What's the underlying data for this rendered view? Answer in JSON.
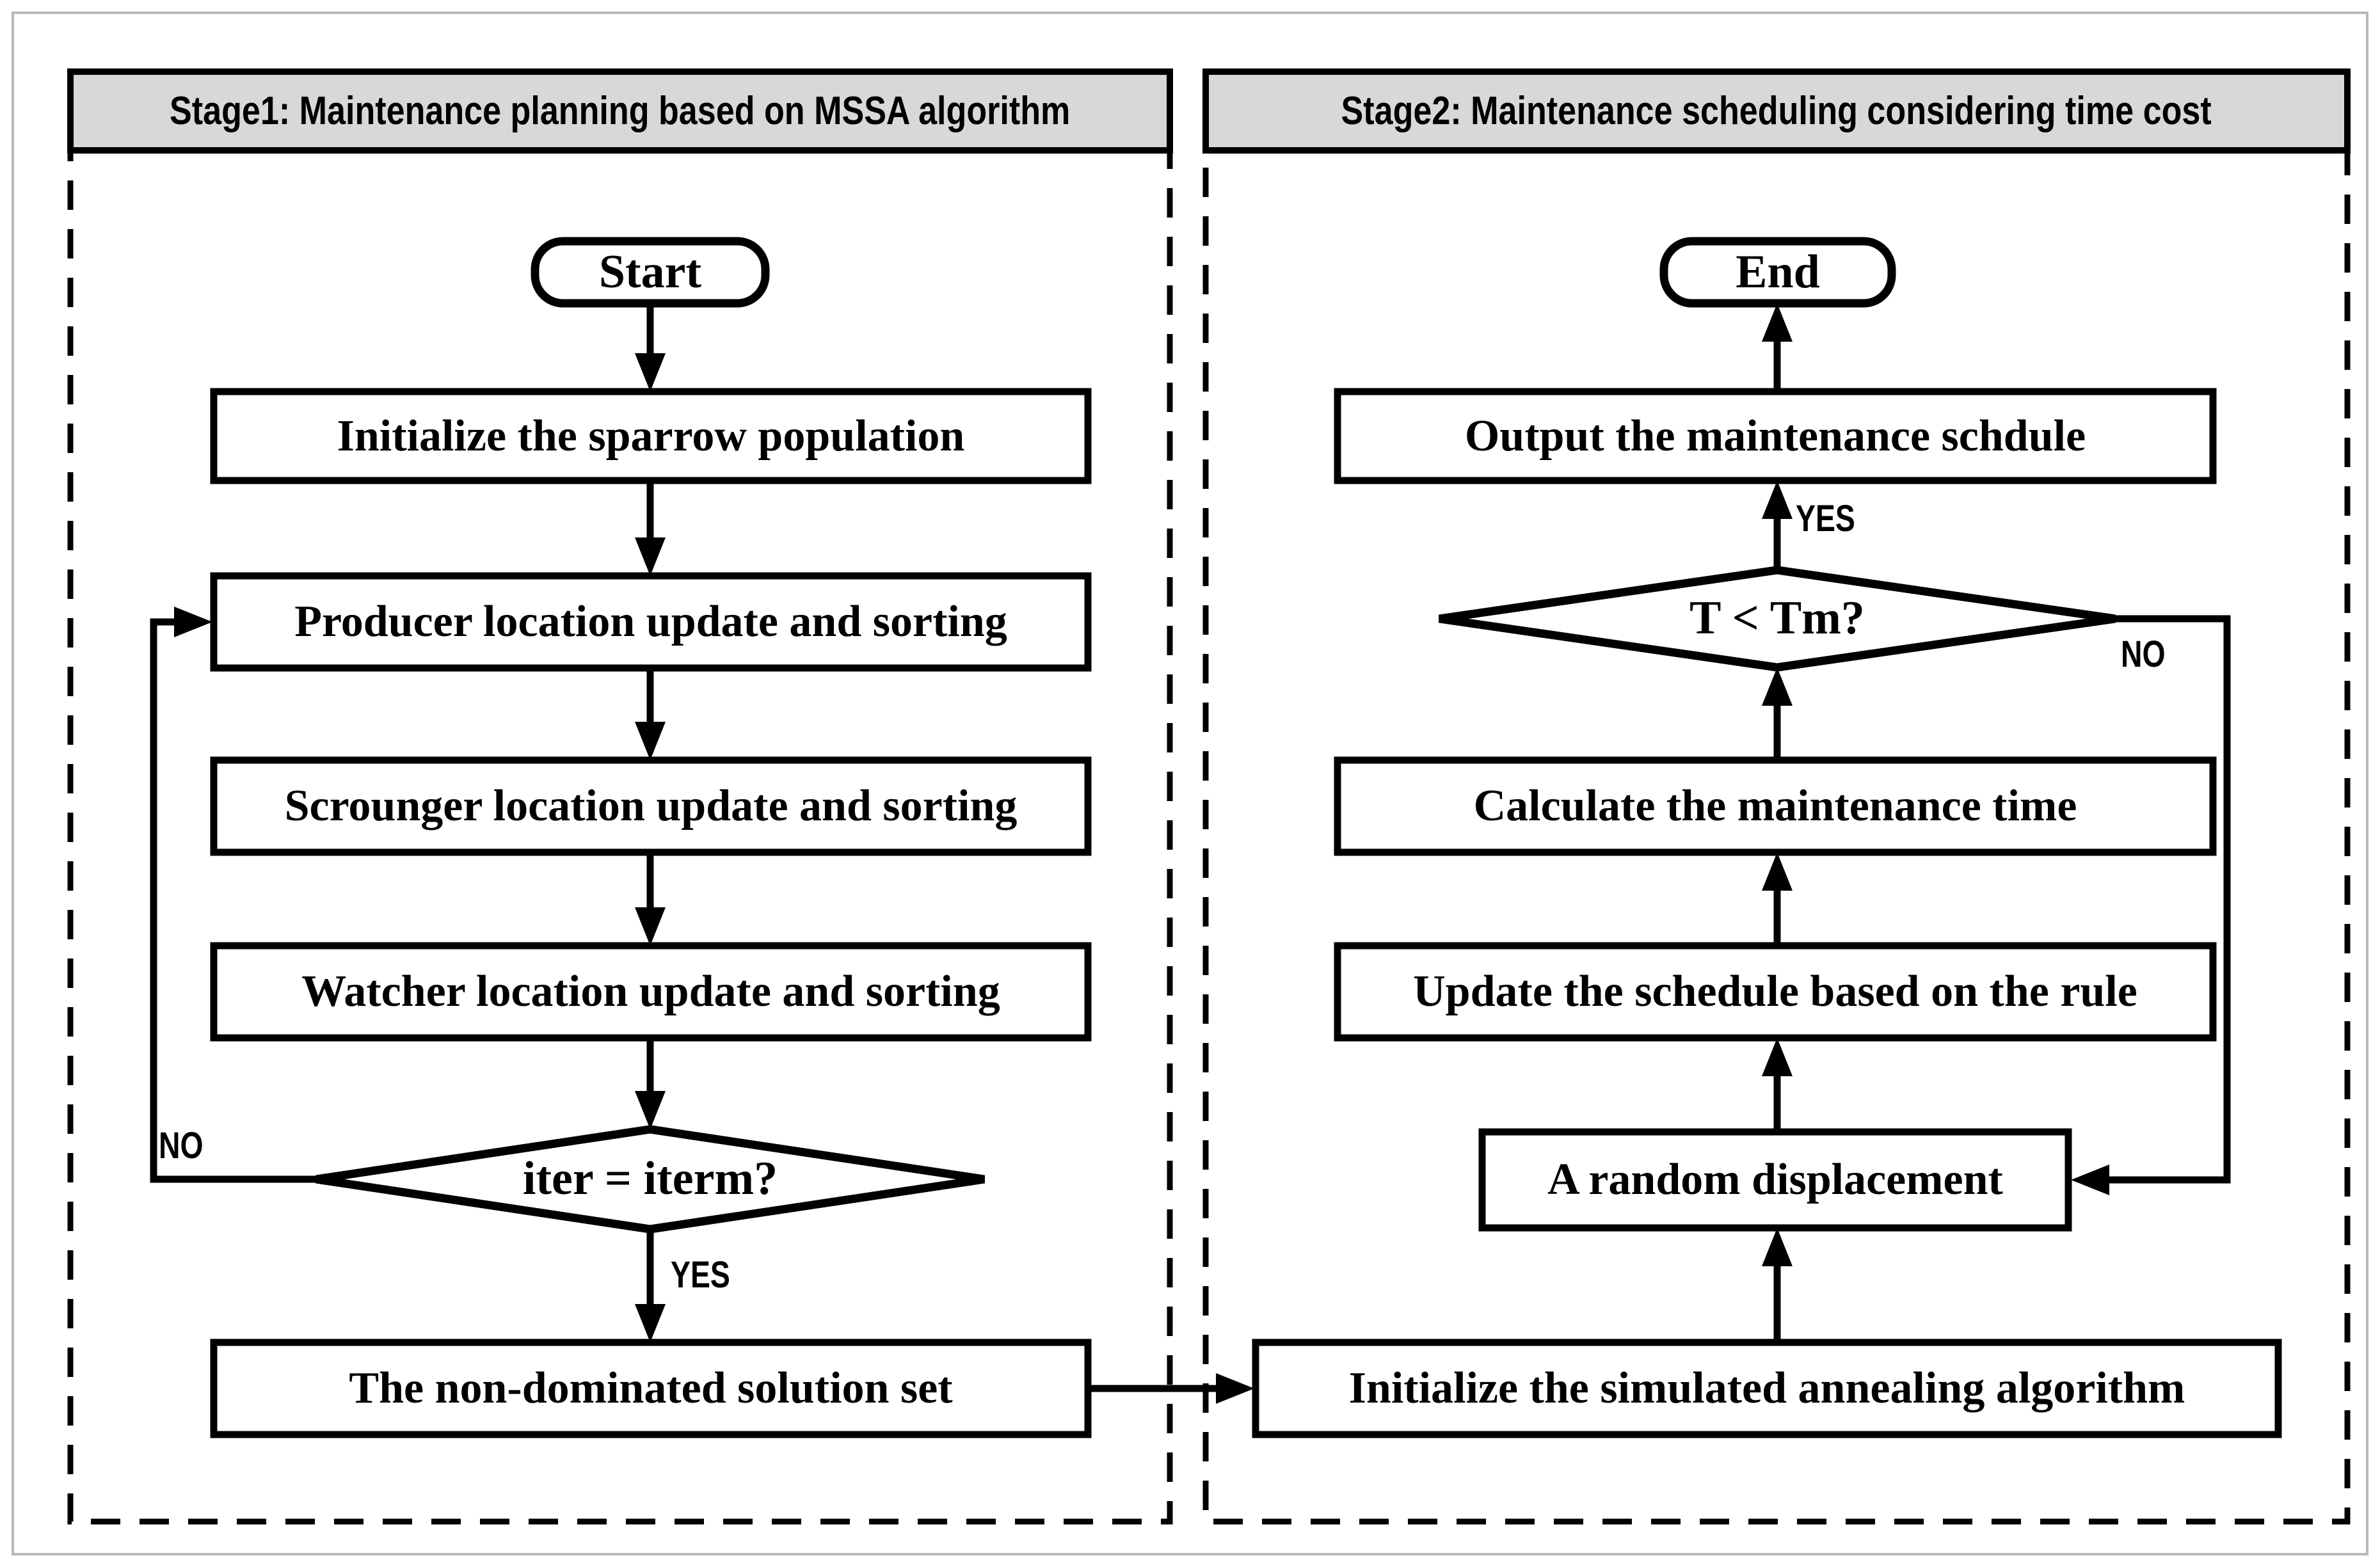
{
  "figure": {
    "type": "two-stage flowchart",
    "background": "#ffffff"
  },
  "colors": {
    "header_bg": "#d8d8d8",
    "line": "#000000",
    "node_fill": "#ffffff",
    "outer_frame": "#b8b8b8"
  },
  "panels": [
    {
      "id": "stage1",
      "title": "Stage1: Maintenance planning based on MSSA algorithm",
      "nodes": {
        "start": "Start",
        "init_population": "Initialize the sparrow population",
        "producer": "Producer location update and sorting",
        "scrounger": "Scrounger location update and sorting",
        "watcher": "Watcher location update and sorting",
        "iter_check": "iter = iterm?",
        "non_dominated": "The non-dominated solution set"
      },
      "labels": {
        "no": "NO",
        "yes": "YES"
      }
    },
    {
      "id": "stage2",
      "title": "Stage2: Maintenance scheduling considering time cost",
      "nodes": {
        "end": "End",
        "output_schedule": "Output the maintenance schdule",
        "t_check": "T < Tm?",
        "calc_time": "Calculate the maintenance time",
        "update_schedule": "Update the schedule based on the rule",
        "random_disp": "A random displacement",
        "init_sa": "Initialize the simulated annealing algorithm"
      },
      "labels": {
        "yes": "YES",
        "no": "NO"
      }
    }
  ]
}
